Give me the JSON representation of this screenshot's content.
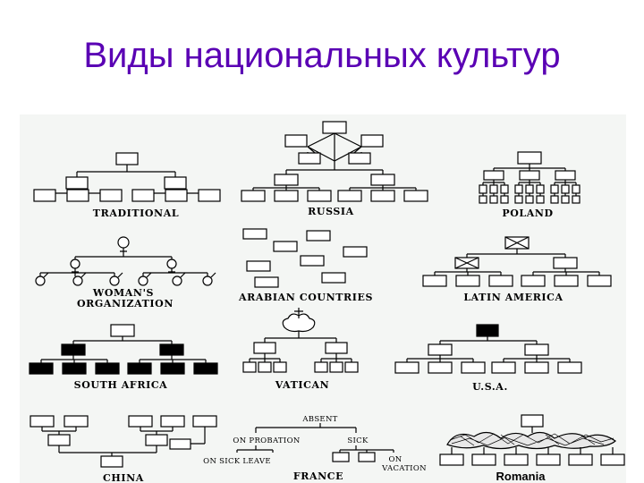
{
  "title": "Виды национальных культур",
  "colors": {
    "title": "#5a00b4",
    "panel": "#f4f6f4",
    "line": "#000000"
  },
  "panels": {
    "traditional": "TRADITIONAL",
    "russia": "RUSSIA",
    "poland": "POLAND",
    "womans_org_line1": "WOMAN'S",
    "womans_org_line2": "ORGANIZATION",
    "arabian": "ARABIAN COUNTRIES",
    "latin_america": "LATIN AMERICA",
    "south_africa": "SOUTH AFRICA",
    "vatican": "VATICAN",
    "usa": "U.S.A.",
    "china": "CHINA",
    "france": "FRANCE",
    "romania": "Romania"
  },
  "france_labels": {
    "absent": "ABSENT",
    "on_probation": "ON PROBATION",
    "sick": "SICK",
    "on_sick_leave": "ON SICK LEAVE",
    "on_vacation_line1": "ON",
    "on_vacation_line2": "VACATION"
  }
}
